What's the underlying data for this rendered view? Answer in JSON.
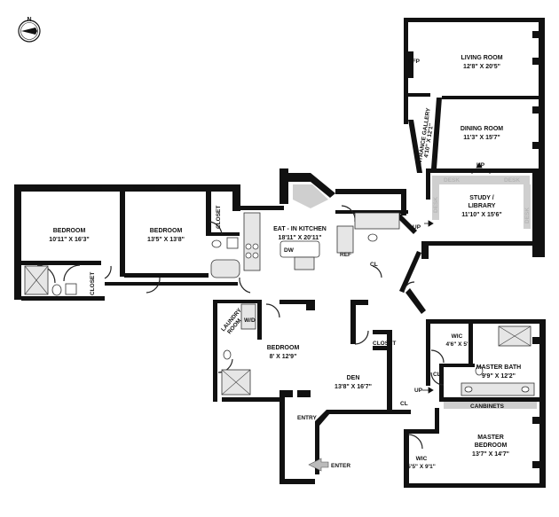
{
  "rooms": {
    "living_room": {
      "name": "LIVING ROOM",
      "dims": "12'8\" X 20'5\""
    },
    "dining_room": {
      "name": "DINING ROOM",
      "dims": "11'3\" X 15'7\""
    },
    "entrance_gallery": {
      "name": "ENTRANCE GALLERY",
      "dims": "4'10\" X 12'1\""
    },
    "study_library": {
      "name_line1": "STUDY /",
      "name_line2": "LIBRARY",
      "dims": "11'10\" X 15'6\""
    },
    "eat_in_kitchen": {
      "name": "EAT - IN KITCHEN",
      "dims": "18'11\" X 20'11\""
    },
    "bedroom_1": {
      "name": "BEDROOM",
      "dims": "10'11\" X 16'3\""
    },
    "bedroom_2": {
      "name": "BEDROOM",
      "dims": "13'5\" X 13'8\""
    },
    "bedroom_3": {
      "name": "BEDROOM",
      "dims": "8' X 12'9\""
    },
    "den": {
      "name": "DEN",
      "dims": "13'8\" X 16'7\""
    },
    "master_bath": {
      "name": "MASTER BATH",
      "dims": "9'9\" X 12'2\""
    },
    "master_bedroom": {
      "name": "MASTER",
      "name_line2": "BEDROOM",
      "dims": "13'7\" X 14'7\""
    },
    "wic_upper": {
      "name": "WIC",
      "dims": "4'6\" X 5'"
    },
    "wic_lower": {
      "name": "WIC",
      "dims": "5'5\" X 9'1\""
    }
  },
  "labels": {
    "dfp": "DFP",
    "up_study": "UP",
    "up_gallery": "UP",
    "up_master": "UP",
    "desk_left": "DESK",
    "desk_right": "DESK",
    "desk_side_left": "DESK",
    "desk_side_right": "DESK",
    "closet_bed2": "CLOSET",
    "closet_bed1": "CLOSET",
    "closet_den": "CLOSET",
    "laundry_line1": "LAUNDRY",
    "laundry_line2": "ROOM",
    "wd": "W/D",
    "dw": "DW",
    "ref": "REF",
    "cl_kitchen": "CL",
    "cl_bed3": "CL",
    "cl_master": "CL",
    "cl_hall": "CL",
    "canbinets": "CANBINETS",
    "entry": "ENTRY",
    "enter": "ENTER"
  },
  "compass": {
    "icon": "north-arrow-compass-icon",
    "letter": "N"
  },
  "colors": {
    "wall": "#111111",
    "fixture": "#e6e6e6",
    "desk": "#cfcfcf"
  }
}
